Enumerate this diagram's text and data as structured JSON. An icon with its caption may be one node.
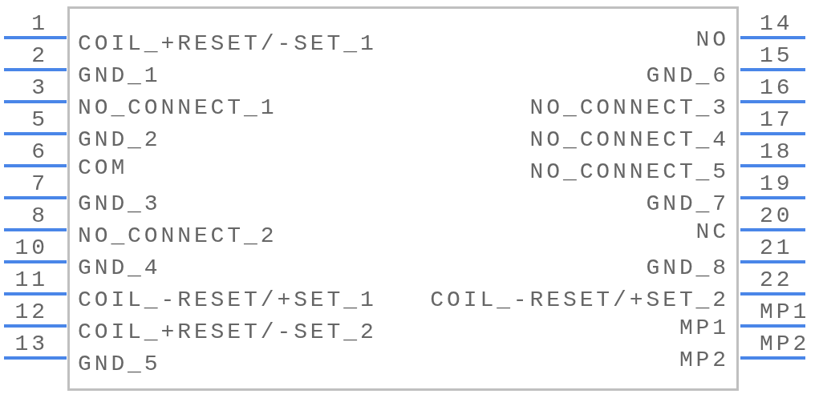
{
  "diagram": {
    "nodes": [
      {
        "text": [],
        "shape": "box"
      }
    ],
    "labels": [
      "1",
      "COIL_+RESET/-SET_1",
      "NO",
      "14",
      "2",
      "GND_1",
      "GND_6",
      "15",
      "3",
      "NO_CONNECT_1",
      "NO_CONNECT_3",
      "16",
      "5",
      "GND_2",
      "NO_CONNECT_4",
      "17",
      "6",
      "COM",
      "NO_CONNECT_5",
      "18",
      "7",
      "GND_3",
      "GND_7",
      "19",
      "8",
      "NO_CONNECT_2",
      "NC",
      "20",
      "10",
      "GND_4",
      "GND_8",
      "21",
      "11",
      "COIL_-RESET/+SET_1",
      "COIL_-RESET/+SET_2",
      "22",
      "12",
      "COIL_+RESET/-SET_2",
      "MP1",
      "MP1",
      "13",
      "GND_5",
      "MP2",
      "MP2"
    ]
  }
}
